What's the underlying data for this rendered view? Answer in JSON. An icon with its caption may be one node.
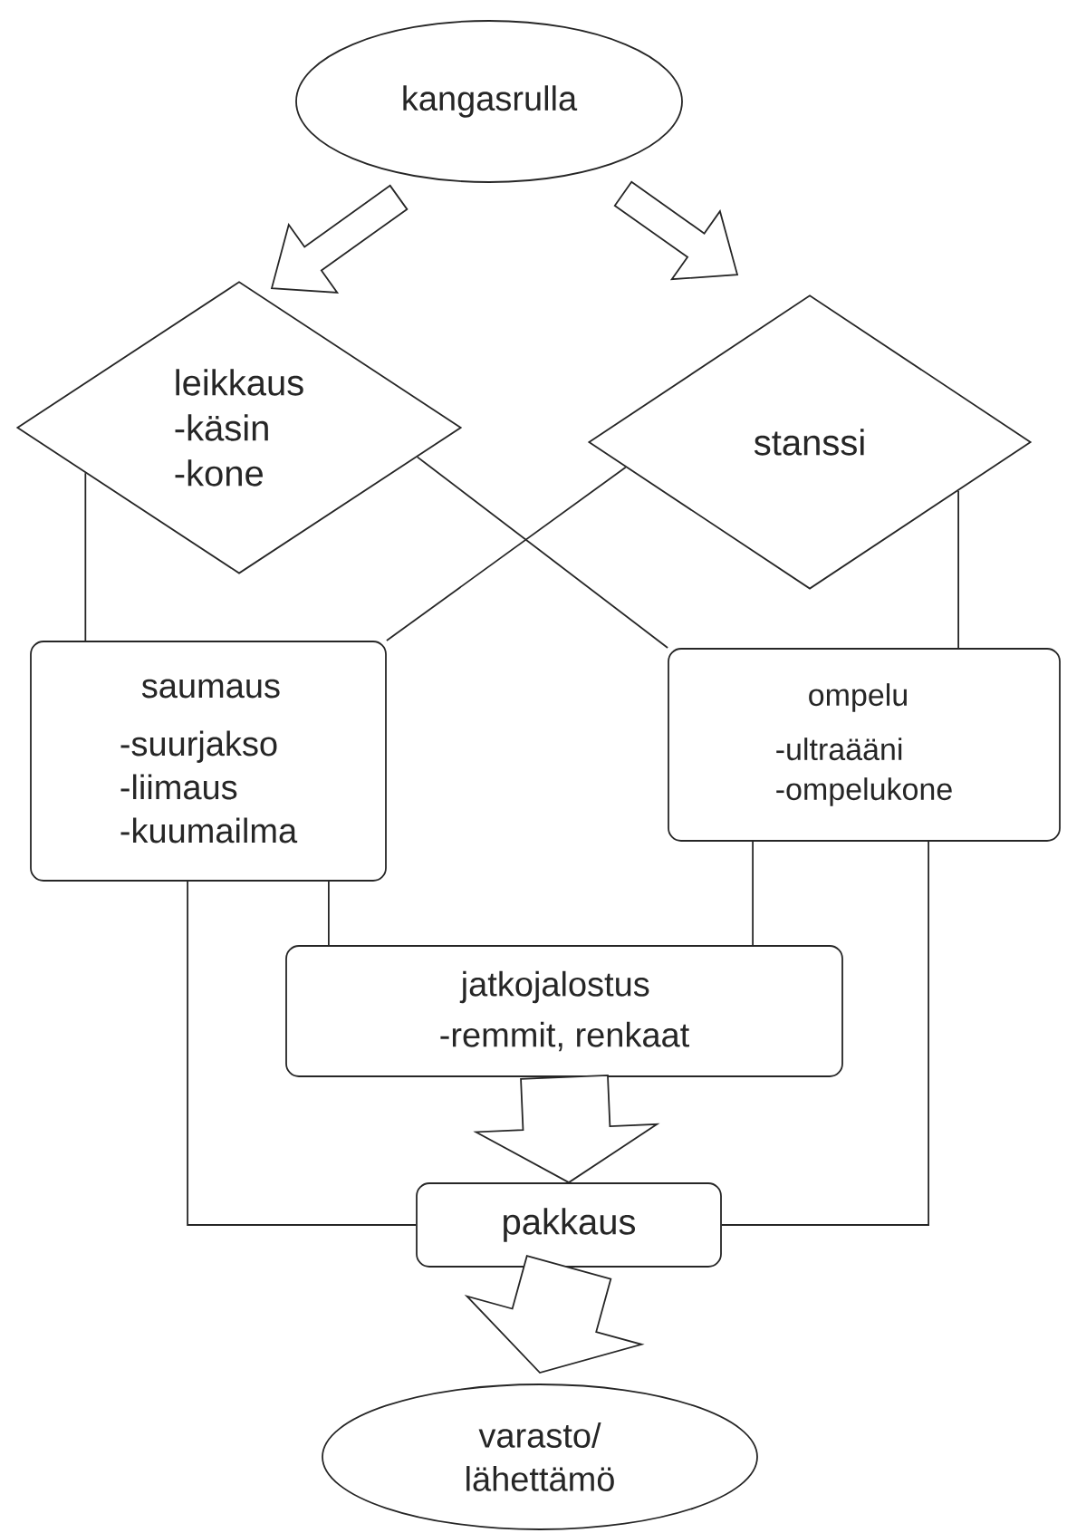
{
  "diagram": {
    "nodes": [
      {
        "text": [
          "kangasrulla"
        ]
      },
      {
        "text": [
          "leikkaus",
          "-käsin",
          "-kone"
        ]
      },
      {
        "text": [
          "stanssi"
        ]
      },
      {
        "text": [
          "saumaus",
          "-suurjakso",
          "-liimaus",
          "-kuumailma"
        ]
      },
      {
        "text": [
          "ompelu",
          "-ultraääni",
          "-ompelukone"
        ]
      },
      {
        "text": [
          "jatkojalostus",
          "-remmit, renkaat"
        ]
      },
      {
        "text": [
          "pakkaus"
        ]
      },
      {
        "text": [
          "varasto/ lähettämö"
        ]
      }
    ],
    "edges": [
      {
        "from": 0,
        "to": 1,
        "arrow": "to"
      },
      {
        "from": 0,
        "to": 2,
        "arrow": "to"
      },
      {
        "from": 1,
        "to": 3,
        "arrow": "none"
      },
      {
        "from": 1,
        "to": 4,
        "arrow": "none"
      },
      {
        "from": 2,
        "to": 3,
        "arrow": "none"
      },
      {
        "from": 2,
        "to": 4,
        "arrow": "none"
      },
      {
        "from": 3,
        "to": 5,
        "arrow": "none"
      },
      {
        "from": 3,
        "to": 6,
        "arrow": "none"
      },
      {
        "from": 4,
        "to": 5,
        "arrow": "none"
      },
      {
        "from": 4,
        "to": 6,
        "arrow": "none"
      },
      {
        "from": 5,
        "to": 6,
        "arrow": "to"
      },
      {
        "from": 6,
        "to": 7,
        "arrow": "to"
      }
    ]
  }
}
